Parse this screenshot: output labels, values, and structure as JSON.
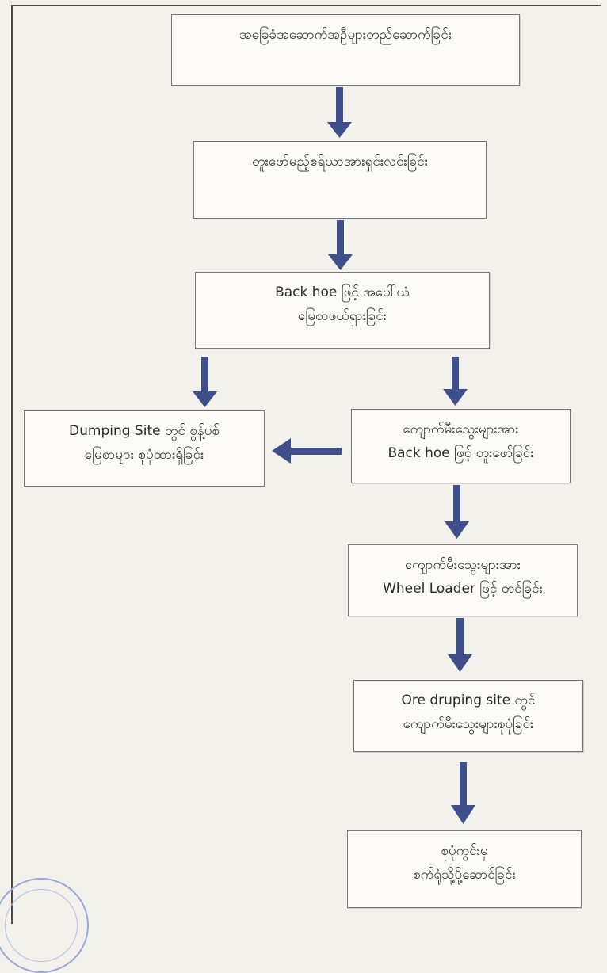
{
  "colors": {
    "arrow": "#3f4f8c",
    "box_border": "#777777",
    "seal": "#9aa8d8"
  },
  "steps": {
    "s1": {
      "line1": "အခြေခံအဆောက်အဦများတည်ဆောက်ခြင်း"
    },
    "s2": {
      "line1": "တူးဖော်မည့်ဧရိယာအားရှင်းလင်းခြင်း"
    },
    "s3": {
      "line1": "Back hoe ဖြင့် အပေါ်ယံ",
      "line2": "မြေစာဖယ်ရှားခြင်း"
    },
    "s4": {
      "line1": "Dumping Site တွင် စွန့်ပစ်",
      "line2": "မြေစာများ စုပုံထားရှိခြင်း"
    },
    "s5": {
      "line1": "ကျောက်မီးသွေးများအား",
      "line2": "Back hoe ဖြင့် တူးဖော်ခြင်း"
    },
    "s6": {
      "line1": "ကျောက်မီးသွေးများအား",
      "line2": "Wheel Loader ဖြင့် တင်ခြင်း"
    },
    "s7": {
      "line1": "Ore druping site တွင်",
      "line2": "ကျောက်မီးသွေးများစုပုံခြင်း"
    },
    "s8": {
      "line1": "စုပုံကွင်းမှ",
      "line2": "စက်ရုံသို့ပို့ဆောင်ခြင်း"
    }
  }
}
